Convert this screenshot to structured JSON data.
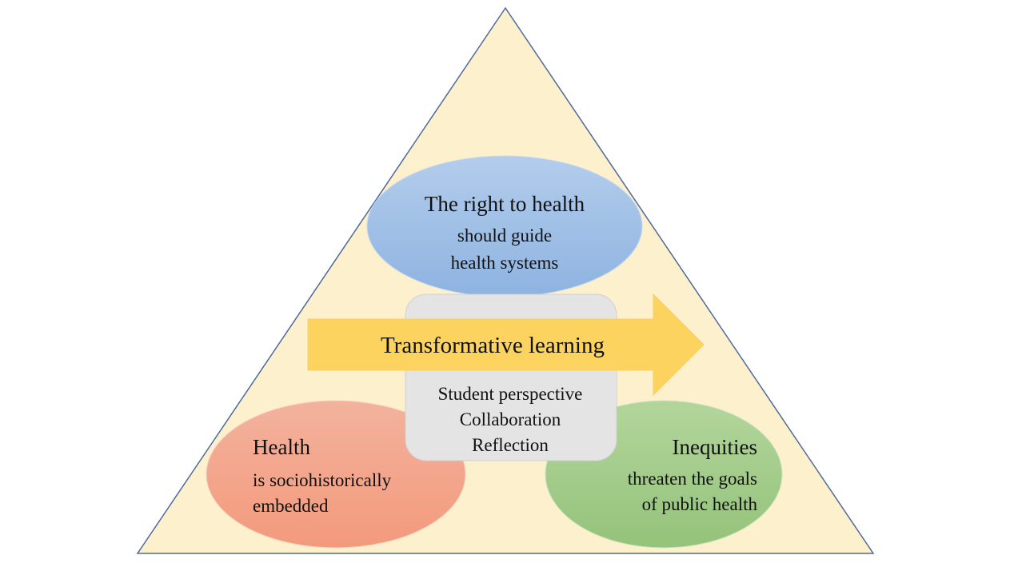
{
  "colors": {
    "triangle_fill": "#fdf0cc",
    "triangle_stroke": "#4f6a9a",
    "ellipse_top": "#9fc0e6",
    "ellipse_left": "#f4a58a",
    "ellipse_right": "#a3cc8a",
    "center_box": "#e4e4e4",
    "arrow": "#fdd35f"
  },
  "top": {
    "title": "The right to health",
    "line1": "should guide",
    "line2": "health systems"
  },
  "arrow": {
    "label": "Transformative learning"
  },
  "center": {
    "line1": "Student perspective",
    "line2": "Collaboration",
    "line3": "Reflection"
  },
  "left": {
    "title": "Health",
    "line1": "is sociohistorically",
    "line2": "embedded"
  },
  "right": {
    "title": "Inequities",
    "line1": "threaten the goals",
    "line2": "of public health"
  }
}
